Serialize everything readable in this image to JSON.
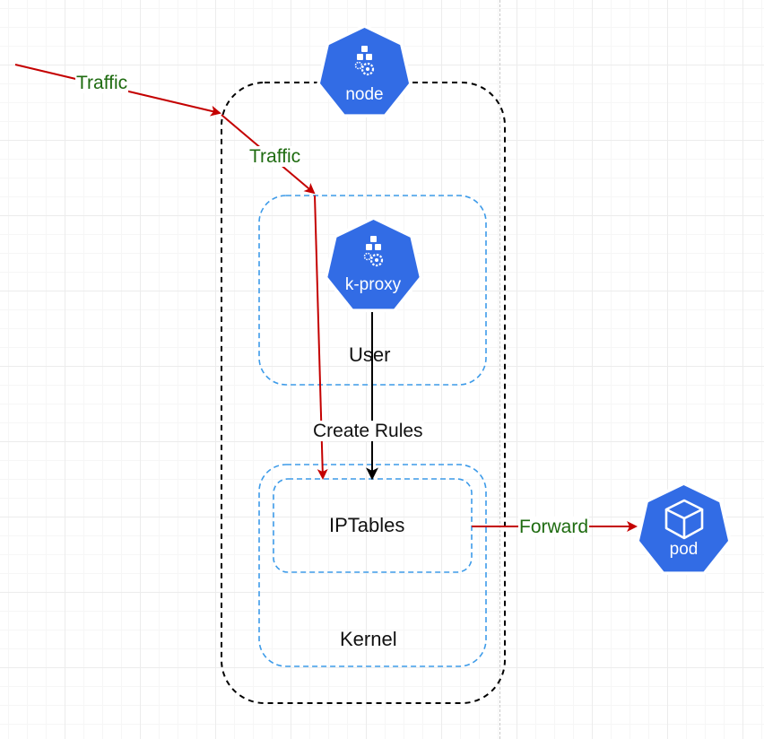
{
  "colors": {
    "k8s_blue": "#326ce5",
    "traffic_red": "#c40000",
    "label_green": "#1e6b10",
    "container_blue": "#3d9be9",
    "outline_black": "#000000"
  },
  "icons": {
    "node": {
      "icon": "kubernetes-heptagon-cubes-gear-icon",
      "label": "node"
    },
    "proxy": {
      "icon": "kubernetes-heptagon-cubes-gear-icon",
      "label": "k-proxy"
    },
    "pod": {
      "icon": "kubernetes-heptagon-cube-icon",
      "label": "pod"
    }
  },
  "containers": {
    "user": {
      "label": "User"
    },
    "iptables": {
      "label": "IPTables"
    },
    "kernel": {
      "label": "Kernel"
    }
  },
  "edges": {
    "traffic_in": {
      "label": "Traffic"
    },
    "traffic_inner": {
      "label": "Traffic"
    },
    "create_rules": {
      "label": "Create Rules"
    },
    "forward": {
      "label": "Forward"
    }
  }
}
